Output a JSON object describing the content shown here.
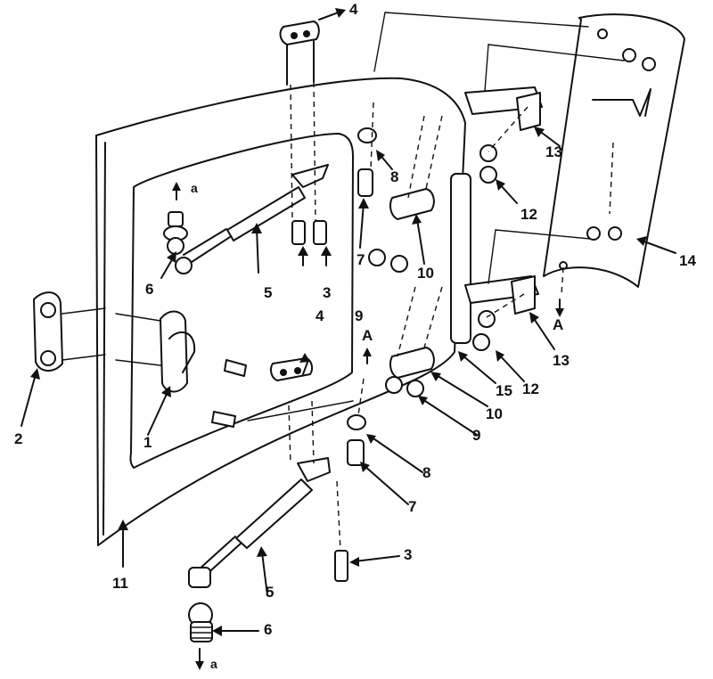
{
  "callouts": [
    {
      "id": "c1",
      "text": "1"
    },
    {
      "id": "c2",
      "text": "2"
    },
    {
      "id": "c3a",
      "text": "3"
    },
    {
      "id": "c3b",
      "text": "3"
    },
    {
      "id": "c4a",
      "text": "4"
    },
    {
      "id": "c4b",
      "text": "4"
    },
    {
      "id": "c5a",
      "text": "5"
    },
    {
      "id": "c5b",
      "text": "5"
    },
    {
      "id": "c6a",
      "text": "6"
    },
    {
      "id": "c6b",
      "text": "6"
    },
    {
      "id": "c7a",
      "text": "7"
    },
    {
      "id": "c7b",
      "text": "7"
    },
    {
      "id": "c8a",
      "text": "8"
    },
    {
      "id": "c8b",
      "text": "8"
    },
    {
      "id": "c9a",
      "text": "9"
    },
    {
      "id": "c9b",
      "text": "9"
    },
    {
      "id": "c10a",
      "text": "10"
    },
    {
      "id": "c10b",
      "text": "10"
    },
    {
      "id": "c11",
      "text": "11"
    },
    {
      "id": "c12a",
      "text": "12"
    },
    {
      "id": "c12b",
      "text": "12"
    },
    {
      "id": "c13a",
      "text": "13"
    },
    {
      "id": "c13b",
      "text": "13"
    },
    {
      "id": "c14",
      "text": "14"
    },
    {
      "id": "c15",
      "text": "15"
    },
    {
      "id": "ra1",
      "text": "a"
    },
    {
      "id": "ra2",
      "text": "a"
    },
    {
      "id": "rA1",
      "text": "A"
    },
    {
      "id": "rA2",
      "text": "A"
    }
  ]
}
